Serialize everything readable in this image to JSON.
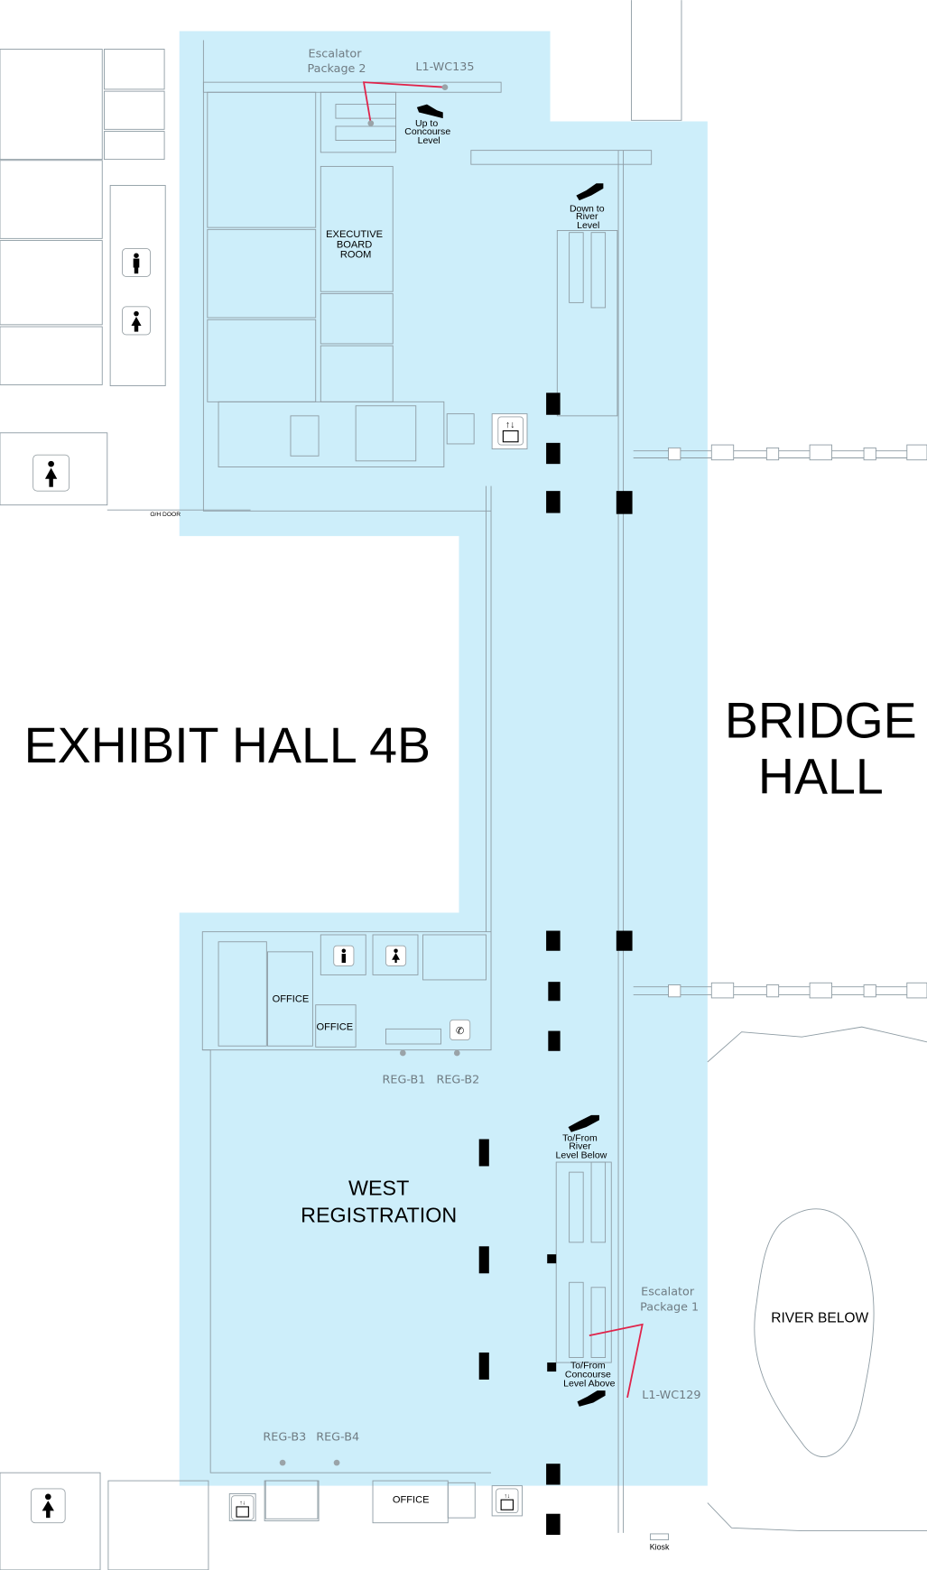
{
  "halls": {
    "exhibit_hall": "EXHIBIT HALL 4B",
    "bridge_hall_line1": "BRIDGE",
    "bridge_hall_line2": "HALL",
    "west_registration_line1": "WEST",
    "west_registration_line2": "REGISTRATION",
    "river_below": "RIVER BELOW"
  },
  "rooms": {
    "executive_board_room": [
      "EXECUTIVE",
      "BOARD",
      "ROOM"
    ],
    "office_1": "OFFICE",
    "office_2": "OFFICE",
    "office_3": "OFFICE"
  },
  "escalators": {
    "up_to_concourse": [
      "Up to",
      "Concourse",
      "Level"
    ],
    "down_to_river": [
      "Down to",
      "River",
      "Level"
    ],
    "to_from_river_below": [
      "To/From",
      "River",
      "Level Below"
    ],
    "to_from_concourse_above": [
      "To/From",
      "Concourse",
      "Level Above"
    ]
  },
  "callouts": {
    "package_2": [
      "Escalator",
      "Package 2"
    ],
    "wc135": "L1-WC135",
    "package_1": [
      "Escalator",
      "Package 1"
    ],
    "wc129": "L1-WC129"
  },
  "registration_points": {
    "b1": "REG-B1",
    "b2": "REG-B2",
    "b3": "REG-B3",
    "b4": "REG-B4"
  },
  "misc": {
    "oh_door": "O/H DOOR",
    "kiosk": "Kiosk"
  },
  "colors": {
    "highlight_area": "#cdeefa",
    "callout_line": "#e0234a",
    "callout_text": "#6f7b82"
  }
}
